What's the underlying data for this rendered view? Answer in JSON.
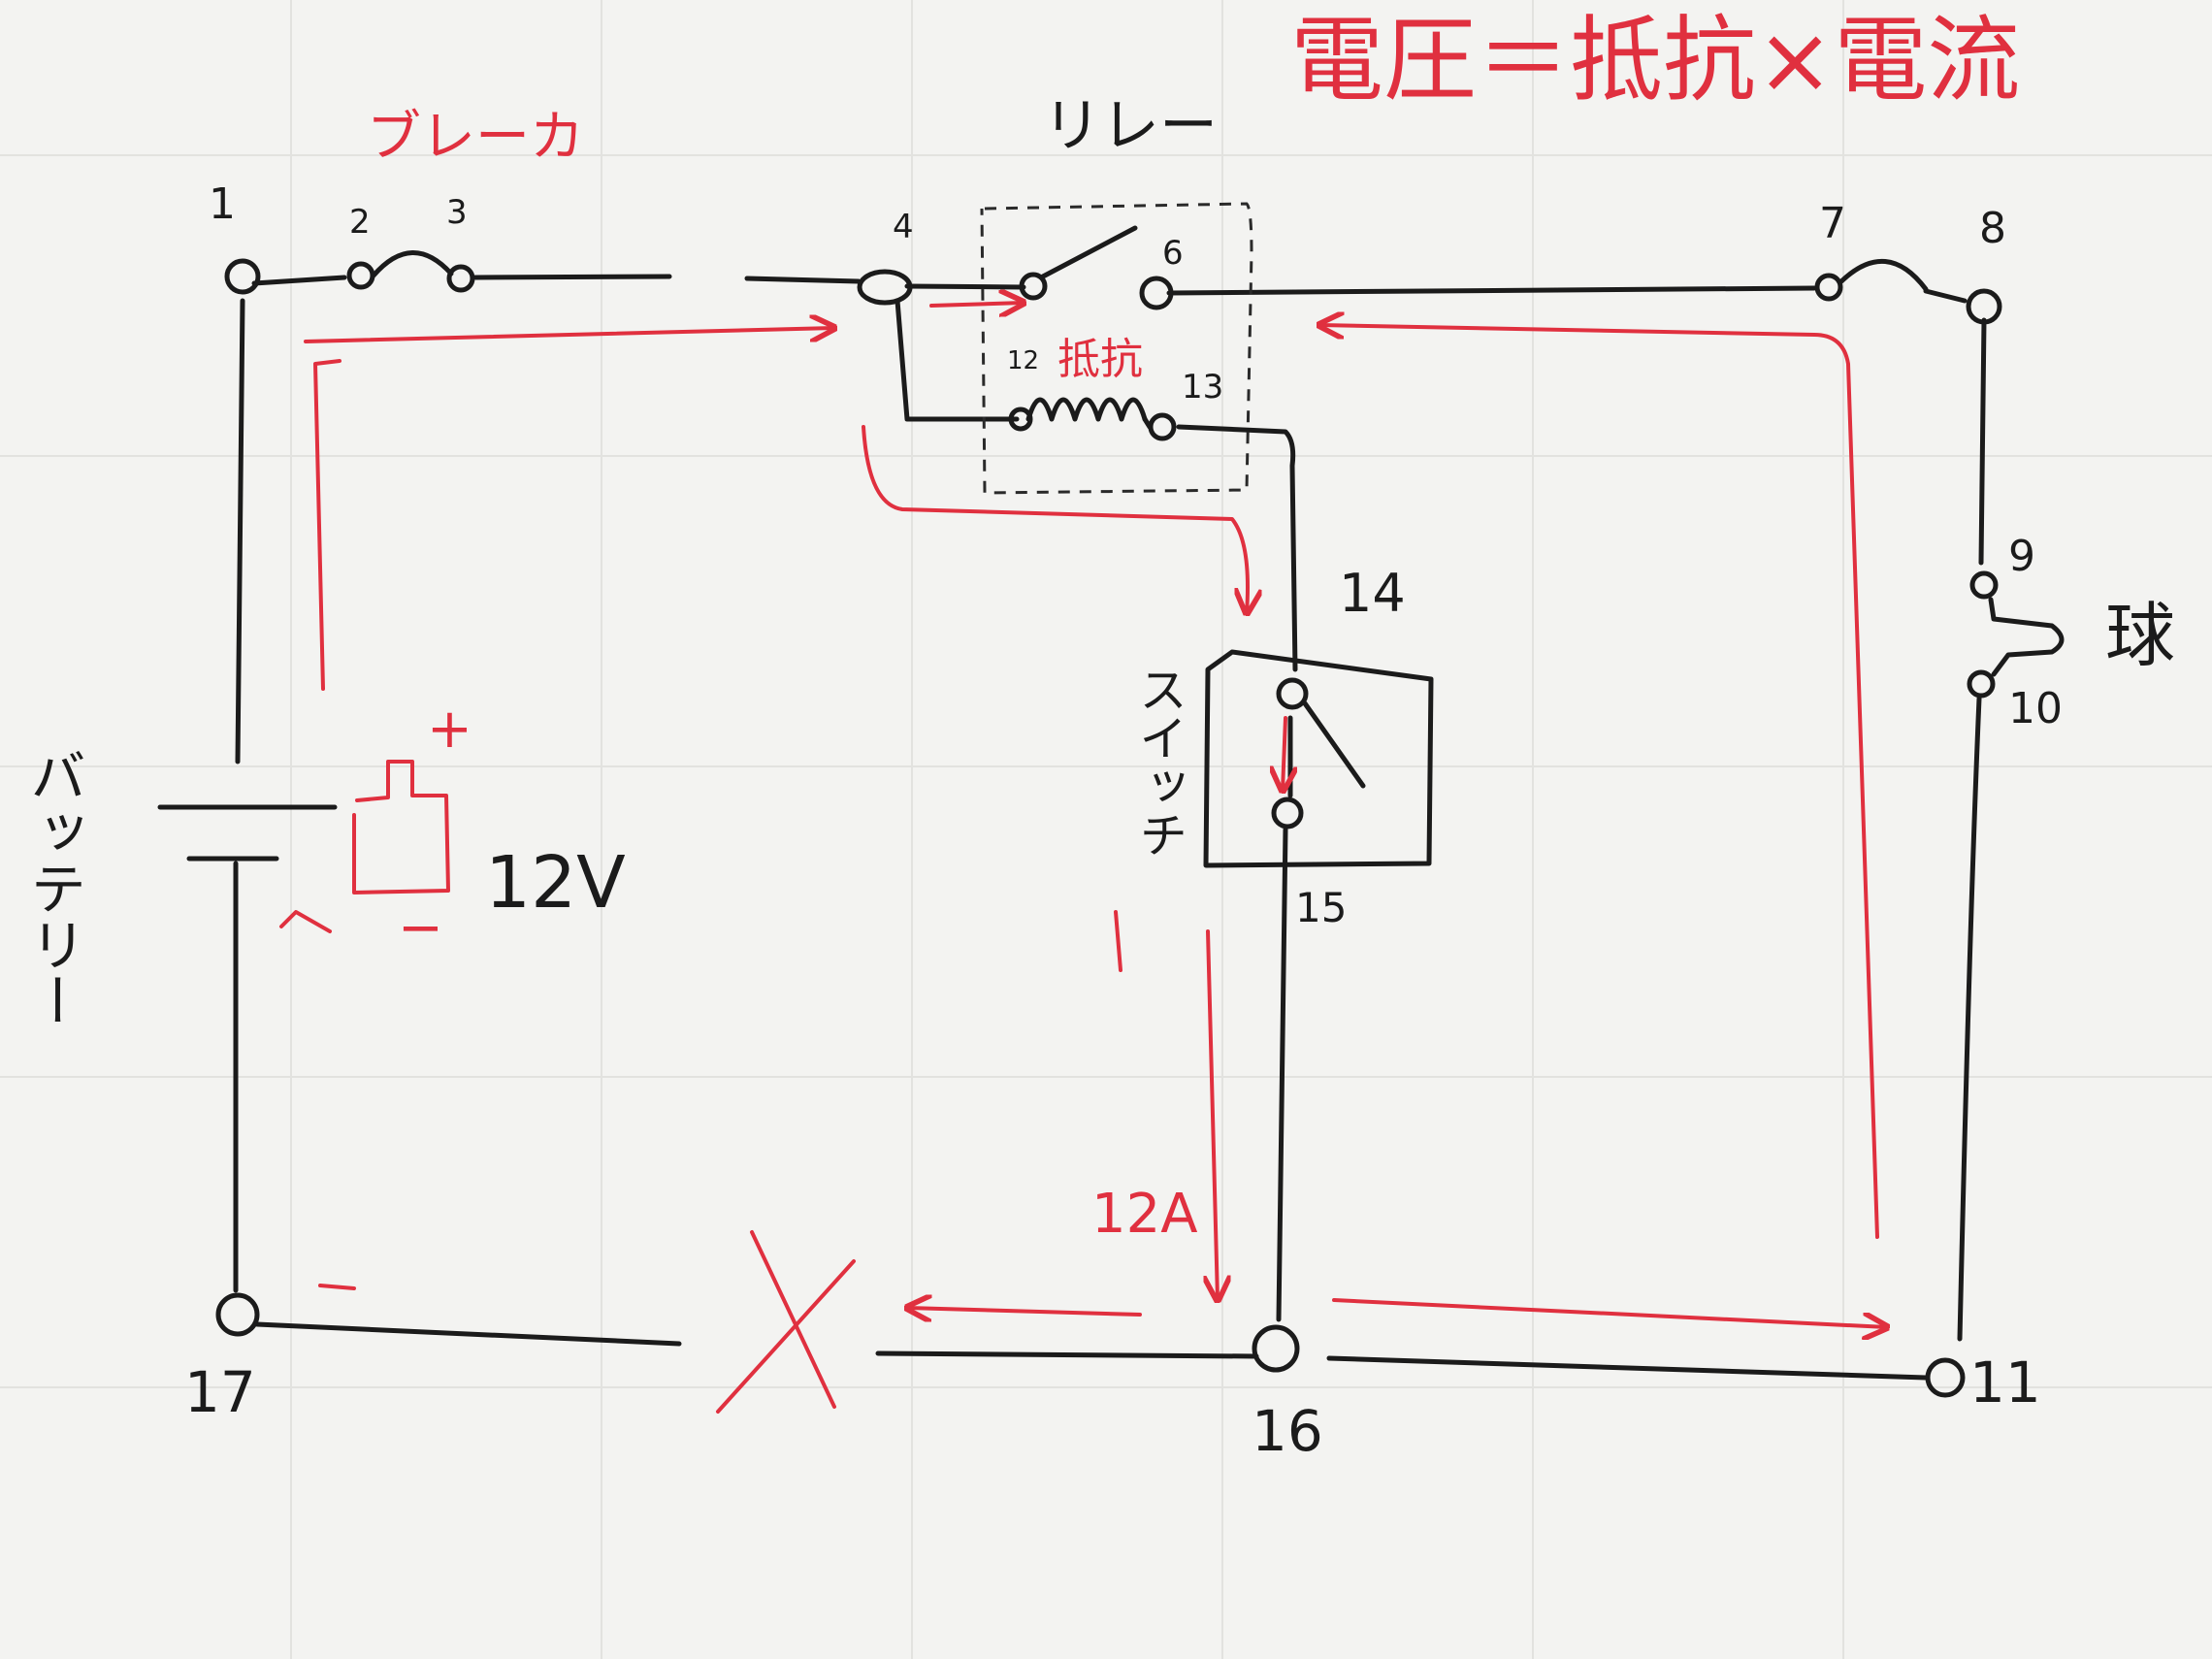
{
  "title": "電圧＝抵抗×電流",
  "labels": {
    "breaker": "ブレーカ",
    "relay": "リレー",
    "resistance": "抵抗",
    "switch": "スイッチ",
    "battery": "バッテリー",
    "bulb": "球",
    "voltage": "12V",
    "current_value": "12A",
    "plus": "+",
    "minus": "−"
  },
  "nodes": [
    {
      "id": "1",
      "label": "1"
    },
    {
      "id": "2",
      "label": "2"
    },
    {
      "id": "3",
      "label": "3"
    },
    {
      "id": "4",
      "label": "4"
    },
    {
      "id": "6",
      "label": "6"
    },
    {
      "id": "7",
      "label": "7"
    },
    {
      "id": "8",
      "label": "8"
    },
    {
      "id": "9",
      "label": "9"
    },
    {
      "id": "10",
      "label": "10"
    },
    {
      "id": "11",
      "label": "11"
    },
    {
      "id": "12",
      "label": "12"
    },
    {
      "id": "13",
      "label": "13"
    },
    {
      "id": "14",
      "label": "14"
    },
    {
      "id": "15",
      "label": "15"
    },
    {
      "id": "16",
      "label": "16"
    },
    {
      "id": "17",
      "label": "17"
    }
  ],
  "colors": {
    "wire": "#1b1b1b",
    "current": "#e0303f",
    "relay_box": "#2a2a2a",
    "board": "#f3f3f1",
    "grid": "#e2e2df"
  }
}
